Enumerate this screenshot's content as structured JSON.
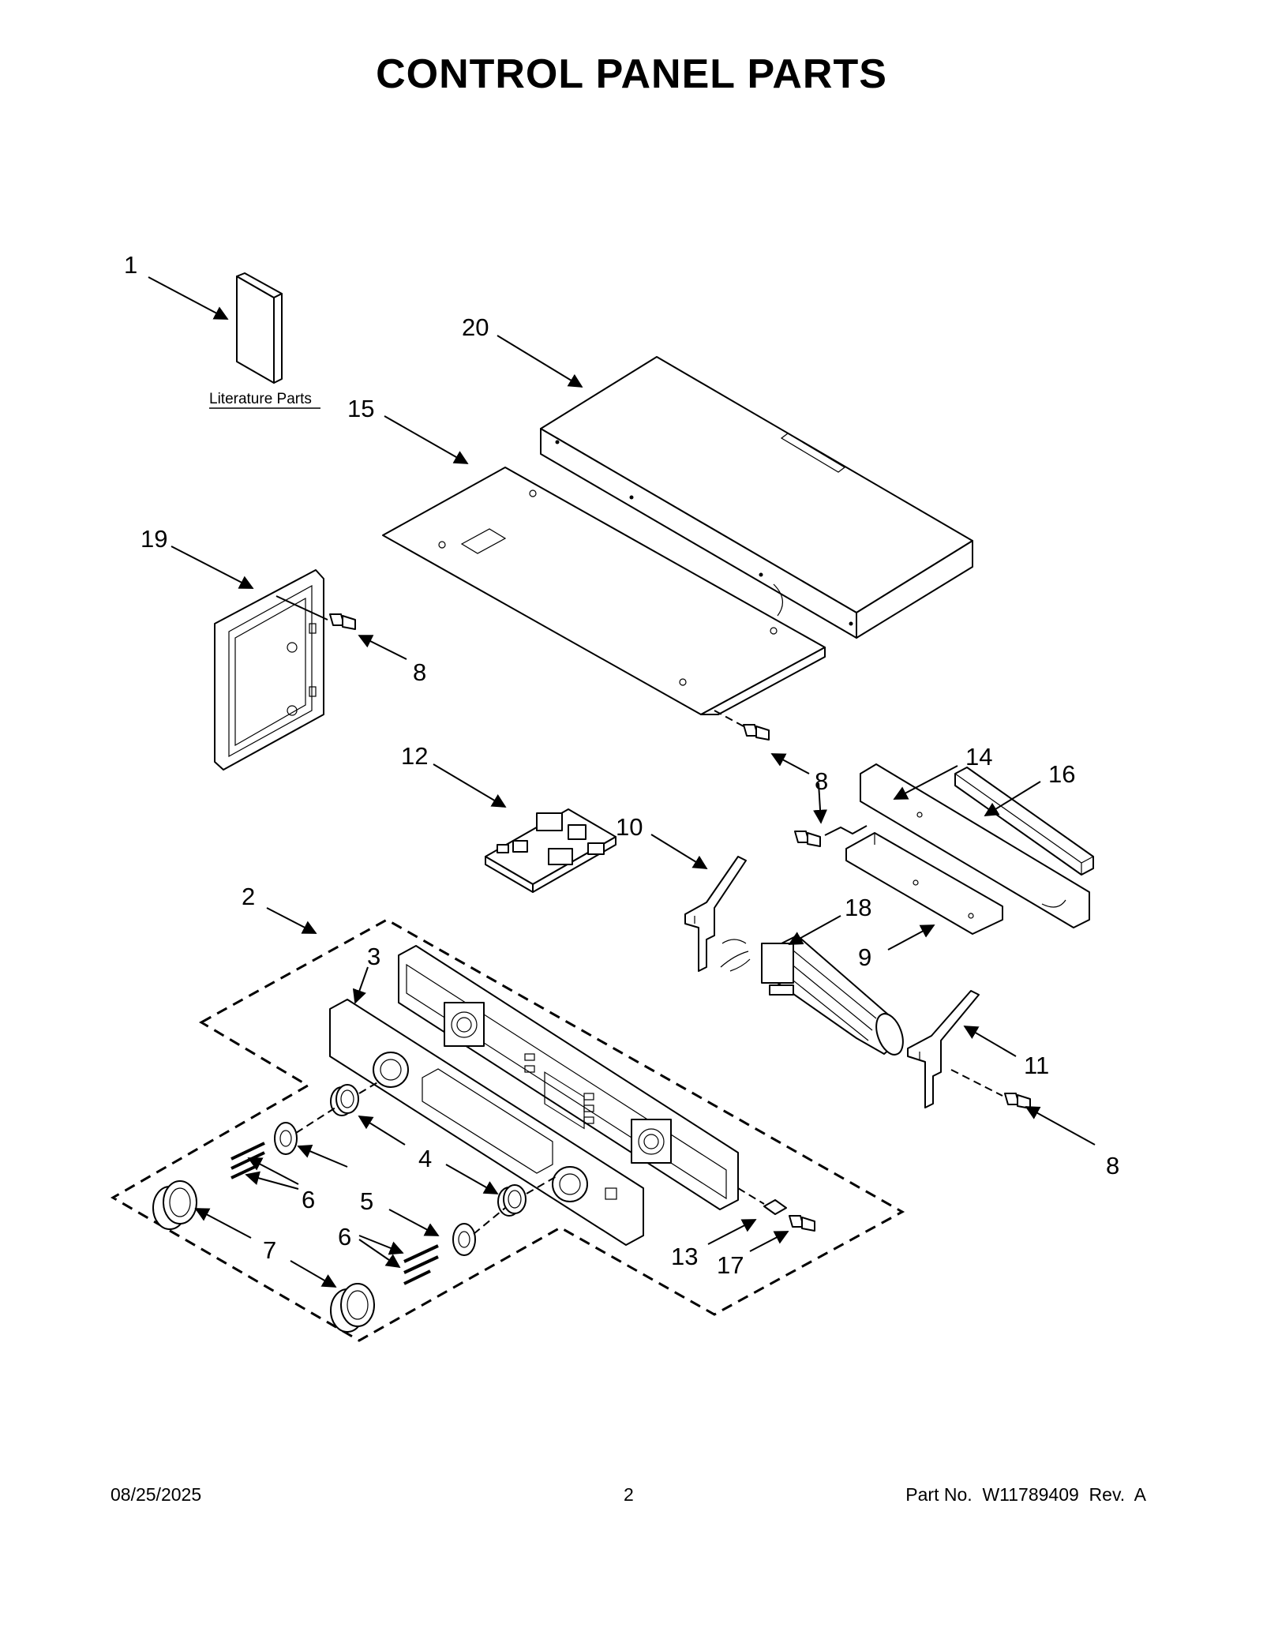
{
  "page": {
    "title": "CONTROL PANEL PARTS",
    "footer": {
      "date": "08/25/2025",
      "page_number": "2",
      "part_number": "Part No.  W11789409  Rev.  A"
    }
  },
  "diagram": {
    "literature_label": "Literature Parts",
    "callouts": [
      "1",
      "20",
      "15",
      "19",
      "8",
      "8",
      "14",
      "16",
      "12",
      "10",
      "2",
      "18",
      "9",
      "3",
      "11",
      "8",
      "4",
      "5",
      "6",
      "6",
      "7",
      "13",
      "17"
    ]
  }
}
